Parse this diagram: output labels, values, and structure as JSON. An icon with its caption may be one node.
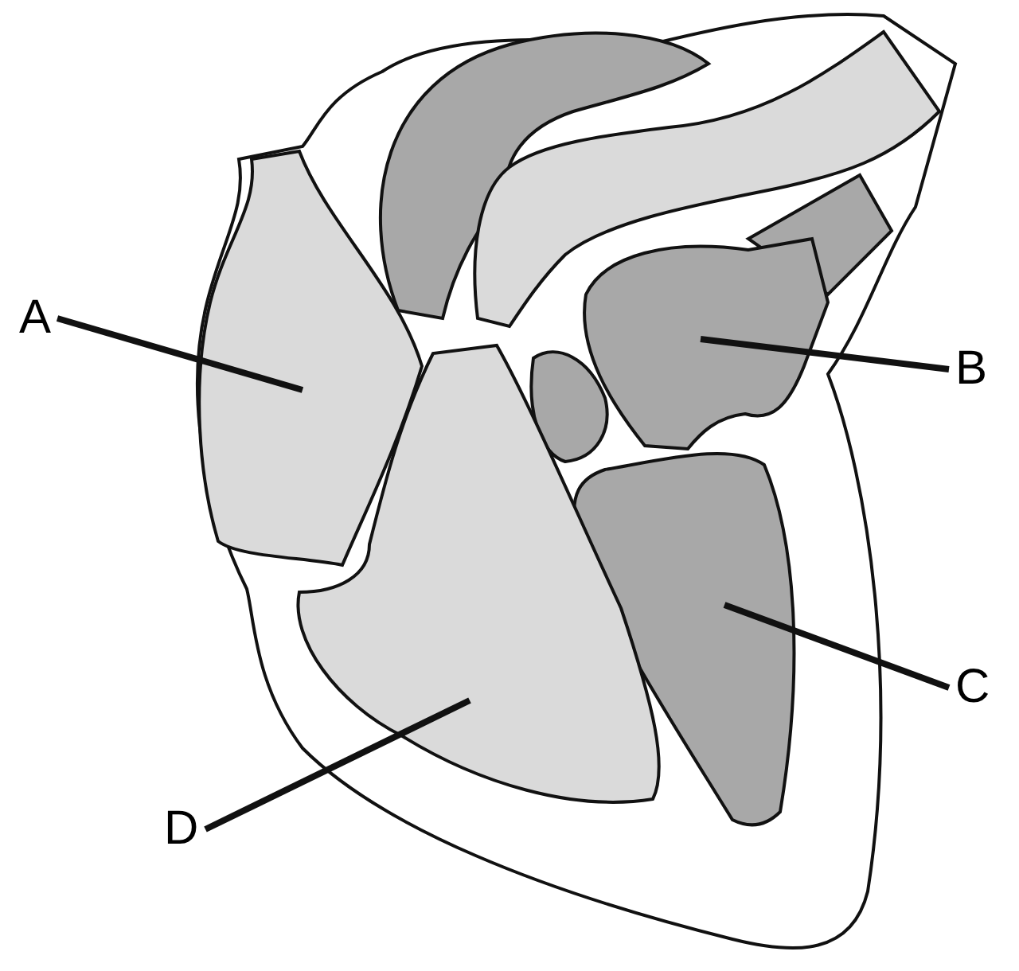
{
  "diagram": {
    "nodes": [
      {
        "text": [
          "A"
        ]
      },
      {
        "text": [
          "B"
        ]
      },
      {
        "text": [
          "C"
        ]
      },
      {
        "text": [
          "D"
        ]
      },
      {
        "text": [],
        "shape": "picture"
      },
      {
        "text": [],
        "shape": "picture"
      },
      {
        "text": [],
        "shape": "picture"
      },
      {
        "text": [],
        "shape": "picture"
      }
    ],
    "edges": [
      {
        "from": 0,
        "to": 4,
        "arrow": "none"
      },
      {
        "from": 1,
        "to": 5,
        "arrow": "none"
      },
      {
        "from": 2,
        "to": 6,
        "arrow": "none"
      },
      {
        "from": 3,
        "to": 7,
        "arrow": "none"
      }
    ]
  }
}
